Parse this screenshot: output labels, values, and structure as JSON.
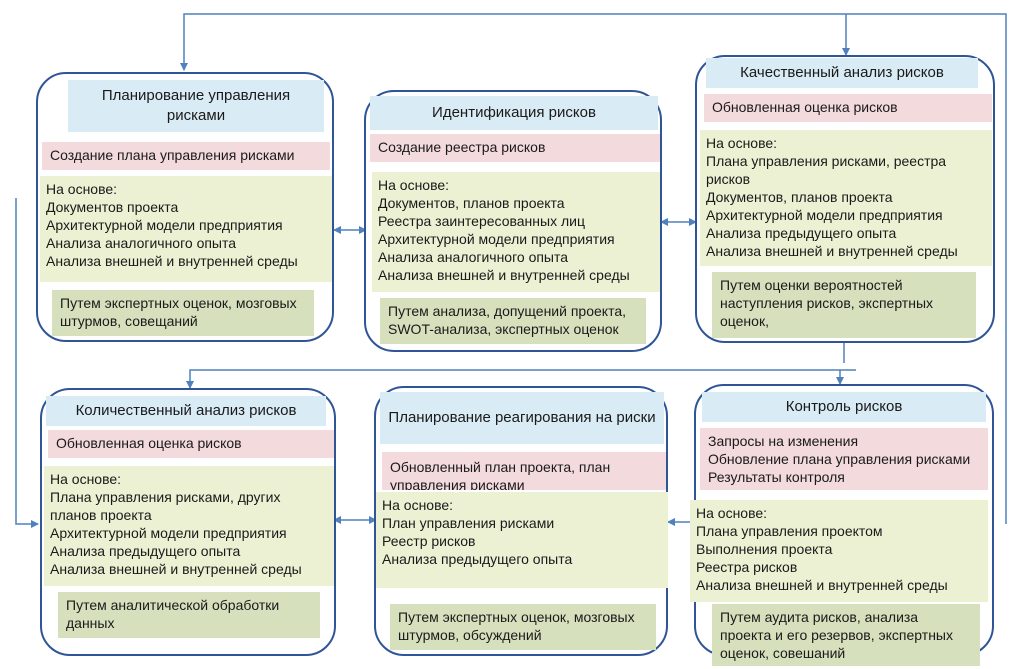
{
  "blocks": {
    "planning": {
      "title": "Планирование управления рисками",
      "output": "Создание плана управления рисками",
      "basis": [
        "На основе:",
        "Документов проекта",
        "Архитектурной модели предприятия",
        "Анализа аналогичного опыта",
        "Анализа внешней и внутренней среды"
      ],
      "method": [
        "Путем экспертных оценок, мозговых",
        "штурмов, совещаний"
      ]
    },
    "identification": {
      "title": "Идентификация рисков",
      "output": "Создание реестра рисков",
      "basis": [
        "На основе:",
        "Документов, планов  проекта",
        "Реестра заинтересованных лиц",
        "Архитектурной модели предприятия",
        "Анализа аналогичного опыта",
        "Анализа внешней и внутренней среды"
      ],
      "method": [
        "Путем анализа, допущений проекта,",
        "SWOT-анализа, экспертных оценок"
      ]
    },
    "qualitative": {
      "title": "Качественный анализ рисков",
      "output": "Обновленная оценка рисков",
      "basis": [
        "На основе:",
        "Плана управления рисками, реестра",
        "рисков",
        "Документов, планов проекта",
        "Архитектурной модели предприятия",
        "Анализа предыдущего опыта",
        "Анализа внешней и внутренней среды"
      ],
      "method": [
        "Путем оценки вероятностей",
        "наступления рисков, экспертных",
        "оценок,"
      ]
    },
    "quantitative": {
      "title": "Количественный анализ рисков",
      "output": "Обновленная оценка рисков",
      "basis": [
        "На основе:",
        "Плана управления рисками, других",
        "планов проекта",
        "Архитектурной модели предприятия",
        "Анализа предыдущего опыта",
        "Анализа внешней и внутренней среды"
      ],
      "method": [
        "Путем аналитической обработки",
        "данных"
      ]
    },
    "response": {
      "title": "Планирование реагирования на риски",
      "output": [
        "Обновленный план проекта, план",
        "управления рисками"
      ],
      "basis": [
        "На основе:",
        "План управления рисками",
        "Реестр рисков",
        "Анализа предыдущего опыта"
      ],
      "method": [
        "Путем экспертных оценок, мозговых",
        "штурмов, обсуждений"
      ]
    },
    "control": {
      "title": "Контроль рисков",
      "output": [
        "Запросы на изменения",
        "Обновление плана управления рисками",
        "Результаты контроля"
      ],
      "basis": [
        "На основе:",
        "Плана управления проектом",
        "Выполнения проекта",
        "Реестра рисков",
        "Анализа внешней и внутренней среды"
      ],
      "method": [
        "Путем аудита рисков, анализа",
        "проекта и его резервов, экспертных",
        "оценок, совешаний"
      ]
    }
  },
  "colors": {
    "border": "#2f5597",
    "title_band": "#d9ebf5",
    "output_band": "#f3dadd",
    "basis_band": "#ebf1d2",
    "method_band": "#d6e0bd",
    "arrow": "#4f81bd"
  }
}
